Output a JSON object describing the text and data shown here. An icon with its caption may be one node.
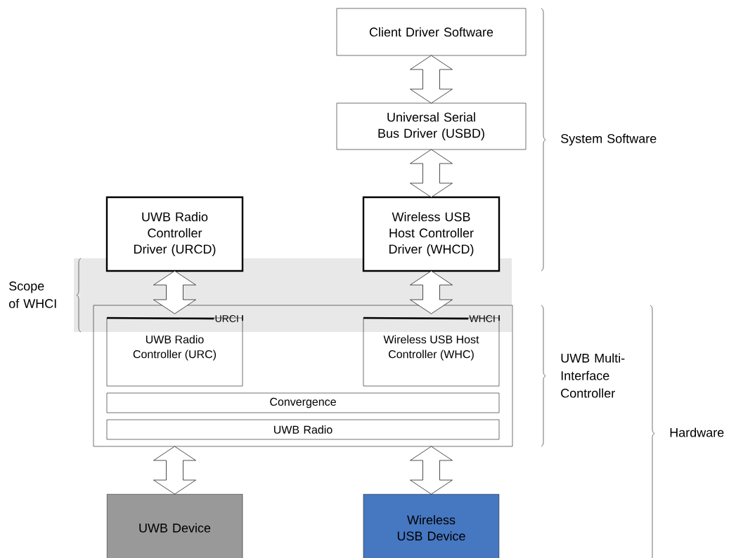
{
  "diagram": {
    "nodes": [
      {
        "text": [
          "Client Driver Software"
        ]
      },
      {
        "text": [
          "Universal Serial Bus Driver (USBD)"
        ]
      },
      {
        "text": [
          "UWB Radio Controller Driver (URCD)"
        ]
      },
      {
        "text": [
          "Wireless USB Host Controller Driver (WHCD)"
        ]
      },
      {
        "text": [],
        "shape": "box"
      },
      {
        "text": [
          "URCI",
          "UWB Radio Controller (URC)"
        ],
        "in": 4
      },
      {
        "text": [
          "WHCI",
          "Wireless USB Host Controller (WHC)"
        ],
        "in": 4
      },
      {
        "text": [
          "Convergence"
        ],
        "in": 4
      },
      {
        "text": [
          "UWB Radio"
        ],
        "in": 4
      },
      {
        "text": [
          "UWB Device"
        ]
      },
      {
        "text": [
          "Wireless USB Device"
        ]
      }
    ],
    "edges": [
      {
        "from": 0,
        "to": 1,
        "arrow": "both"
      },
      {
        "from": 1,
        "to": 3,
        "arrow": "both"
      },
      {
        "from": 2,
        "to": 5,
        "arrow": "both"
      },
      {
        "from": 3,
        "to": 6,
        "arrow": "both"
      },
      {
        "from": 4,
        "to": 9,
        "arrow": "both"
      },
      {
        "from": 4,
        "to": 10,
        "arrow": "both"
      }
    ],
    "labels": [
      "Scope of WHCI",
      "System Software",
      "UWB Multi-Interface Controller",
      "Hardware"
    ]
  }
}
